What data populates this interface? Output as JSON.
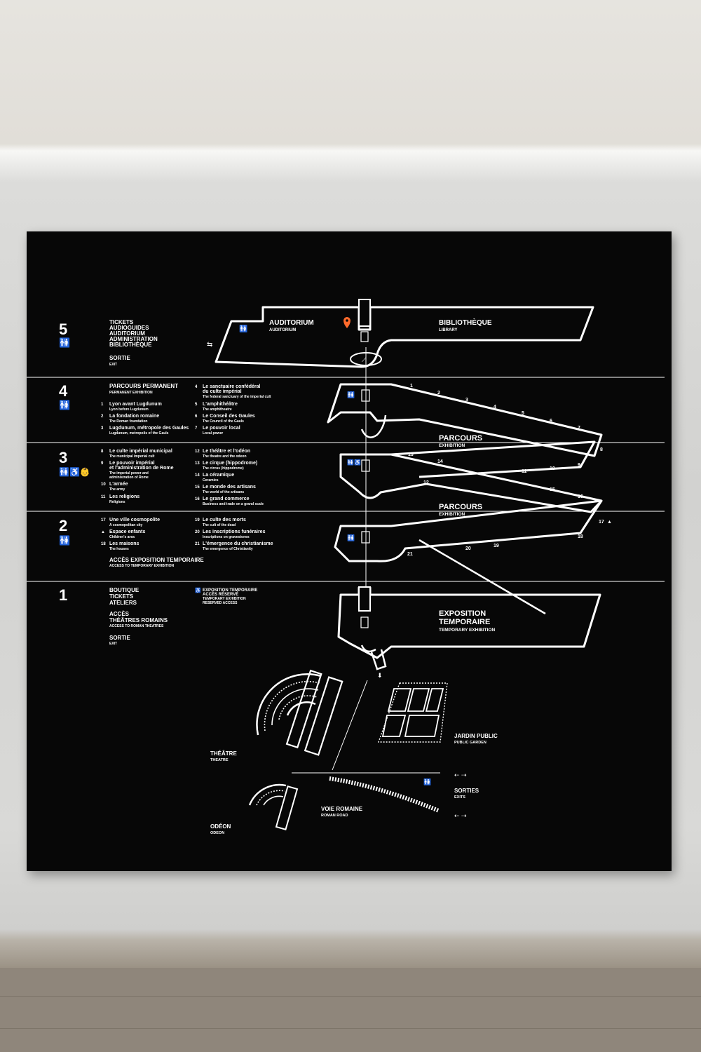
{
  "colors": {
    "board": "#070707",
    "line": "#ffffff",
    "marker": "#ff6a2b"
  },
  "levels": [
    {
      "number": "5",
      "items": [
        "TICKETS",
        "AUDIOGUIDES",
        "AUDITORIUM",
        "ADMINISTRATION",
        "BIBLIOTHÈQUE"
      ],
      "exit": "SORTIE",
      "exit_en": "EXIT"
    },
    {
      "number": "4",
      "title": "PARCOURS PERMANENT",
      "title_en": "PERMANENT EXHIBITION",
      "col1": [
        {
          "n": "1",
          "fr": "Lyon avant Lugdunum",
          "en": "Lyon before Lugdunum"
        },
        {
          "n": "2",
          "fr": "La fondation romaine",
          "en": "The Roman foundation"
        },
        {
          "n": "3",
          "fr": "Lugdunum, métropole des Gaules",
          "en": "Lugdunum, metropolis of the Gauls"
        }
      ],
      "col2": [
        {
          "n": "4",
          "fr": "Le sanctuaire confédéral",
          "fr2": "du culte impérial",
          "en": "The federal sanctuary of the imperial cult"
        },
        {
          "n": "5",
          "fr": "L'amphithéâtre",
          "en": "The amphitheatre"
        },
        {
          "n": "6",
          "fr": "Le Conseil des Gaules",
          "en": "The Council of the Gauls"
        },
        {
          "n": "7",
          "fr": "Le pouvoir local",
          "en": "Local power"
        }
      ]
    },
    {
      "number": "3",
      "col1": [
        {
          "n": "8",
          "fr": "Le culte impérial municipal",
          "en": "The municipal imperial cult"
        },
        {
          "n": "9",
          "fr": "Le pouvoir impérial",
          "fr2": "et l'administration de Rome",
          "en": "The imperial power and",
          "en2": "administration of Rome"
        },
        {
          "n": "10",
          "fr": "L'armée",
          "en": "The army"
        },
        {
          "n": "11",
          "fr": "Les religions",
          "en": "Religions"
        }
      ],
      "col2": [
        {
          "n": "12",
          "fr": "Le théâtre et l'odéon",
          "en": "The theatre and the odeon"
        },
        {
          "n": "13",
          "fr": "Le cirque (hippodrome)",
          "en": "The circus (hippodrome)"
        },
        {
          "n": "14",
          "fr": "La céramique",
          "en": "Ceramics"
        },
        {
          "n": "15",
          "fr": "Le monde des artisans",
          "en": "The world of the artisans"
        },
        {
          "n": "16",
          "fr": "Le grand commerce",
          "en": "Business and trade on a grand scale"
        }
      ]
    },
    {
      "number": "2",
      "col1": [
        {
          "n": "17",
          "fr": "Une ville cosmopolite",
          "en": "A cosmopolitan city"
        },
        {
          "n": "▲",
          "fr": "Espace enfants",
          "en": "Children's area"
        },
        {
          "n": "18",
          "fr": "Les maisons",
          "en": "The houses"
        }
      ],
      "col2": [
        {
          "n": "19",
          "fr": "Le culte des morts",
          "en": "The cult of the dead"
        },
        {
          "n": "20",
          "fr": "Les inscriptions funéraires",
          "en": "Inscriptions on gravestones"
        },
        {
          "n": "21",
          "fr": "L'émergence du christianisme",
          "en": "The emergence of Christianity"
        }
      ],
      "access": "ACCÈS EXPOSITION TEMPORAIRE",
      "access_en": "ACCESS TO TEMPORARY EXHIBITION"
    },
    {
      "number": "1",
      "items": [
        "BOUTIQUE",
        "TICKETS",
        "ATELIERS"
      ],
      "access": [
        "ACCÈS",
        "THÉÂTRES ROMAINS"
      ],
      "access_en": "ACCESS TO ROMAN THEATRES",
      "exit": "SORTIE",
      "exit_en": "EXIT",
      "note": [
        "EXPOSITION TEMPORAIRE",
        "ACCÈS RÉSERVÉ",
        "TEMPORARY EXHIBITION",
        "RESERVED ACCESS"
      ]
    }
  ],
  "map": {
    "auditorium": "AUDITORIUM",
    "auditorium_en": "AUDITORIUM",
    "library": "BIBLIOTHÈQUE",
    "library_en": "LIBRARY",
    "parcours": "PARCOURS",
    "parcours_en": "EXHIBITION",
    "expo": [
      "EXPOSITION",
      "TEMPORAIRE"
    ],
    "expo_en": "TEMPORARY EXHIBITION",
    "theatre": "THÉÂTRE",
    "theatre_en": "THEATRE",
    "odeon": "ODÉON",
    "odeon_en": "ODEON",
    "jardin": "JARDIN PUBLIC",
    "jardin_en": "PUBLIC GARDEN",
    "voie": "VOIE ROMAINE",
    "voie_en": "ROMAN ROAD",
    "sorties": "SORTIES",
    "sorties_en": "EXITS",
    "ramp_numbers": [
      "1",
      "2",
      "3",
      "4",
      "5",
      "6",
      "7",
      "8",
      "9",
      "10",
      "11",
      "12",
      "13",
      "14",
      "15",
      "16",
      "17",
      "18",
      "19",
      "20",
      "21"
    ]
  }
}
